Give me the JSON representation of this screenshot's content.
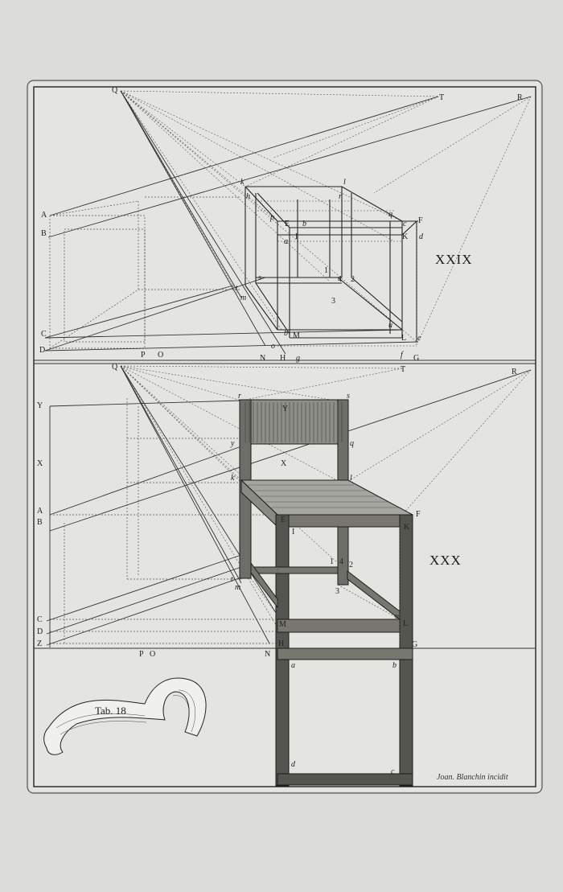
{
  "fig_upper": {
    "title": "XXIX",
    "labels": {
      "Q": "Q",
      "T": "T",
      "R": "R",
      "A": "A",
      "B": "B",
      "C": "C",
      "D": "D",
      "P": "P",
      "O": "O",
      "N": "N",
      "H": "H",
      "g": "g",
      "f": "f",
      "G": "G",
      "k": "k",
      "l": "l",
      "h": "h",
      "r": "r",
      "p": "p",
      "q": "q",
      "E": "E",
      "b": "b",
      "F": "F",
      "I": "I",
      "c": "c",
      "K": "K",
      "d": "d",
      "a": "a",
      "n1": "1",
      "n2": "2",
      "n3": "3",
      "n4": "4",
      "s": "s",
      "t": "t",
      "m": "m",
      "b2": "b",
      "M": "M",
      "u": "u",
      "L": "L",
      "e": "e",
      "o": "o"
    }
  },
  "fig_lower": {
    "title": "XXX",
    "labels": {
      "Q": "Q",
      "T": "T",
      "R": "R",
      "Y": "Y",
      "X": "X",
      "A": "A",
      "B": "B",
      "C": "C",
      "D": "D",
      "Z": "Z",
      "P": "P",
      "O": "O",
      "N": "N",
      "H": "H",
      "G": "G",
      "r": "r",
      "s": "s",
      "Y2": "Y",
      "y": "y",
      "q": "q",
      "X2": "X",
      "k": "k",
      "l": "l",
      "E": "E",
      "F": "F",
      "I": "I",
      "K": "K",
      "n1": "1",
      "n4": "4",
      "n2": "2",
      "n3": "3",
      "t": "t",
      "m": "m",
      "M": "M",
      "u": "u",
      "L": "L",
      "a": "a",
      "b": "b",
      "d": "d",
      "c": "c"
    }
  },
  "banner": {
    "text": "Tab. 18"
  },
  "engraver": {
    "text": "Joan. Blanchin incidit"
  }
}
